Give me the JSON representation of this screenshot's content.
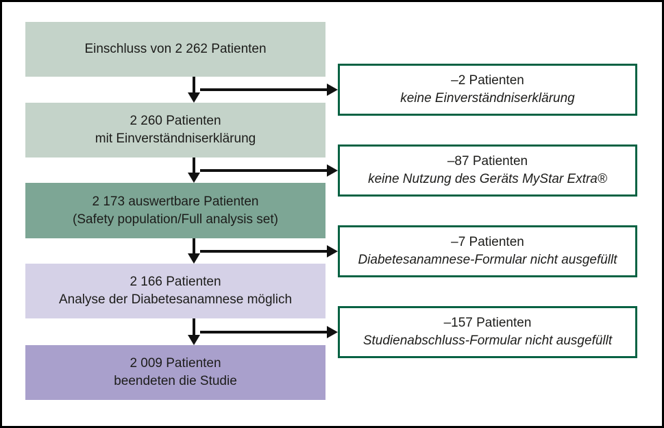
{
  "diagram": {
    "main_boxes": [
      {
        "line1": "Einschluss von 2 262 Patienten",
        "line2": ""
      },
      {
        "line1": "2 260 Patienten",
        "line2": "mit Einverständniserklärung"
      },
      {
        "line1": "2 173 auswertbare Patienten",
        "line2": "(Safety population/Full analysis set)"
      },
      {
        "line1": "2 166 Patienten",
        "line2": "Analyse der Diabetesanamnese möglich"
      },
      {
        "line1": "2 009 Patienten",
        "line2": "beendeten die Studie"
      }
    ],
    "exclusion_boxes": [
      {
        "count": "–2 Patienten",
        "reason": "keine Einverständniserklärung"
      },
      {
        "count": "–87 Patienten",
        "reason": "keine Nutzung des Geräts MyStar Extra®"
      },
      {
        "count": "–7 Patienten",
        "reason": "Diabetesanamnese-Formular nicht ausgefüllt"
      },
      {
        "count": "–157 Patienten",
        "reason": "Studienabschluss-Formular nicht ausgefüllt"
      }
    ],
    "colors": {
      "box_sage": "#c4d3c9",
      "box_green": "#7da695",
      "box_lavender": "#d5d1e7",
      "box_purple": "#a9a0cc",
      "exclusion_border": "#066243",
      "arrow": "#111111",
      "frame_border": "#000000",
      "text": "#1c1c1a"
    }
  }
}
